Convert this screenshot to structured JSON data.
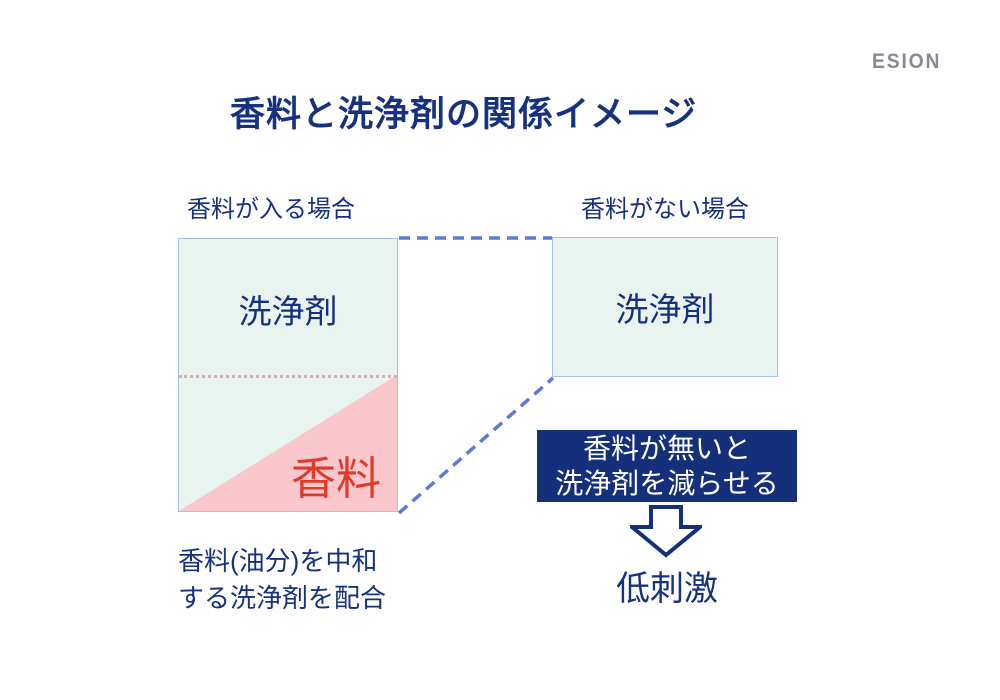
{
  "brand": "ESION",
  "title": "香料と洗浄剤の関係イメージ",
  "left_panel": {
    "label": "香料が入る場合",
    "detergent_label": "洗浄剤",
    "fragrance_label": "香料",
    "note_line1": "香料(油分)を中和",
    "note_line2": "する洗浄剤を配合"
  },
  "right_panel": {
    "label": "香料がない場合",
    "detergent_label": "洗浄剤"
  },
  "callout": {
    "line1": "香料が無いと",
    "line2": "洗浄剤を減らせる",
    "result": "低刺激"
  },
  "colors": {
    "navy_text": "#16317d",
    "badge_background": "#15307b",
    "badge_text": "#ffffff",
    "fragrance_red": "#e03a28",
    "fragrance_pink_fill": "#f9c7cc",
    "pink_dotted_line": "#eda6ae",
    "box_fill": "#e9f4f1",
    "box_border": "#a9c2e6",
    "dashed_connector_blue": "#5b7bd5",
    "brand_gray": "#8a8a94",
    "background": "#ffffff"
  }
}
